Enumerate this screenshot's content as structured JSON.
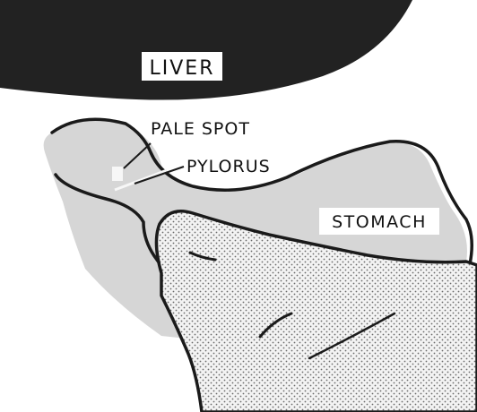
{
  "labels": {
    "liver": "LIVER",
    "pale_spot": "PALE SPOT",
    "pylorus": "PYLORUS",
    "stomach": "STOMACH"
  },
  "colors": {
    "liver": "#222222",
    "stomach_fill": "#d6d6d6",
    "hand_fill": "#f3f3f3",
    "hand_dots": "#6a6a6a",
    "outline": "#1a1a1a",
    "pale_spot": "#f7f7f7",
    "background": "#ffffff"
  }
}
